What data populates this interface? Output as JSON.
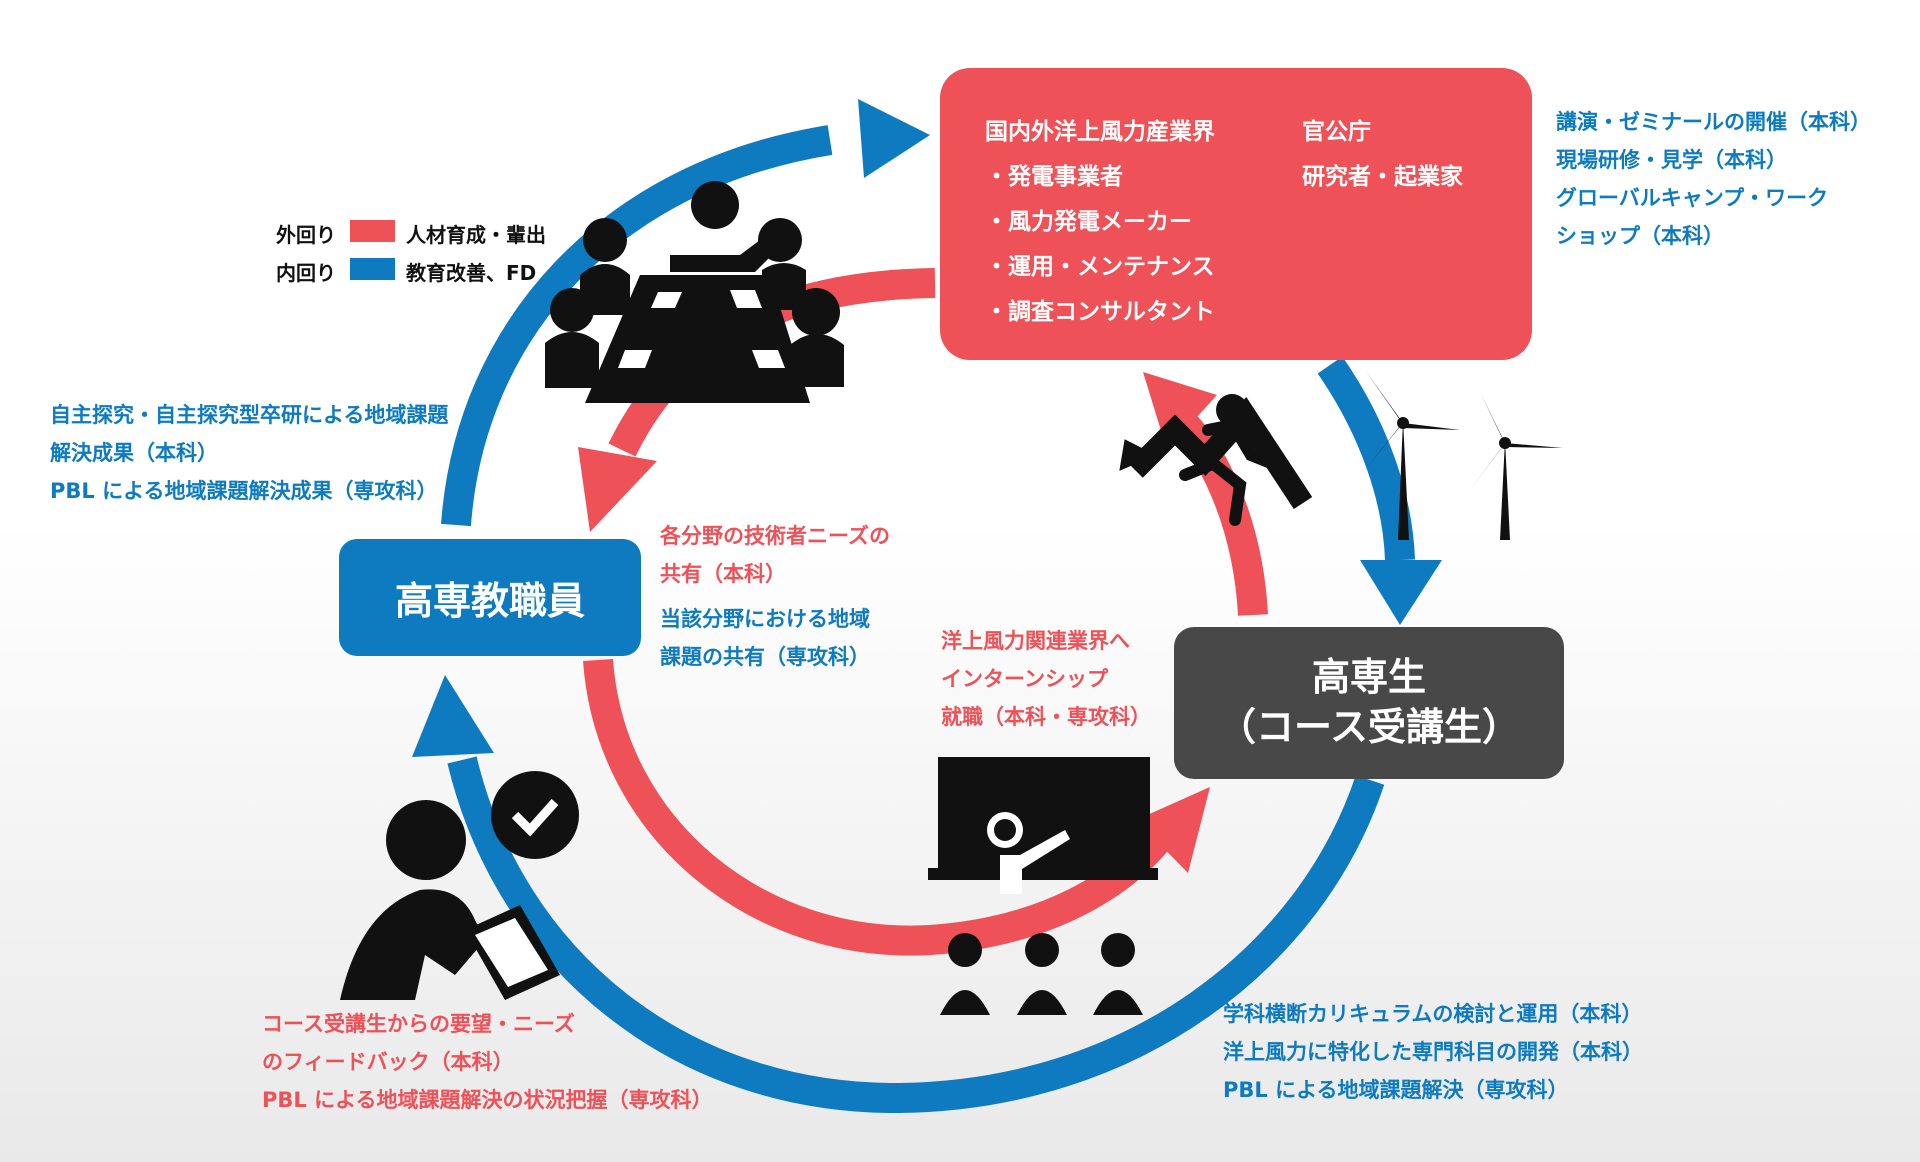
{
  "colors": {
    "outer_red": "#ee5157",
    "inner_blue": "#0e7bc0",
    "students_gray": "#484848"
  },
  "legend": {
    "outer_label": "外回り",
    "outer_desc": "人材育成・輩出",
    "inner_label": "内回り",
    "inner_desc": "教育改善、FD"
  },
  "industry": {
    "heading": "国内外洋上風力産業界",
    "items": [
      "・発電事業者",
      "・風力発電メーカー",
      "・運用・メンテナンス",
      "・調査コンサルタント"
    ],
    "government": "官公庁",
    "researchers": "研究者・起業家"
  },
  "teachers": {
    "label": "高専教職員"
  },
  "students": {
    "label_line1": "高専生",
    "label_line2": "（コース受講生）"
  },
  "notes": {
    "industry_activities": [
      "講演・ゼミナールの開催（本科）",
      "現場研修・見学（本科）",
      "グローバルキャンプ・ワーク",
      "ショップ（本科）"
    ],
    "teachers_outcomes": [
      "自主探究・自主探究型卒研による地域課題",
      "解決成果（本科）",
      "PBL による地域課題解決成果（専攻科）"
    ],
    "needs_sharing": [
      "各分野の技術者ニーズの",
      "共有（本科）"
    ],
    "regional_issues": [
      "当該分野における地域",
      "課題の共有（専攻科）"
    ],
    "internship": [
      "洋上風力関連業界へ",
      "インターンシップ",
      "就職（本科・専攻科）"
    ],
    "feedback": [
      "コース受講生からの要望・ニーズ",
      "のフィードバック（本科）",
      "PBL による地域課題解決の状況把握（専攻科）"
    ],
    "curriculum": [
      "学科横断カリキュラムの検討と運用（本科）",
      "洋上風力に特化した専門科目の開発（本科）",
      "PBL による地域課題解決（専攻科）"
    ]
  }
}
